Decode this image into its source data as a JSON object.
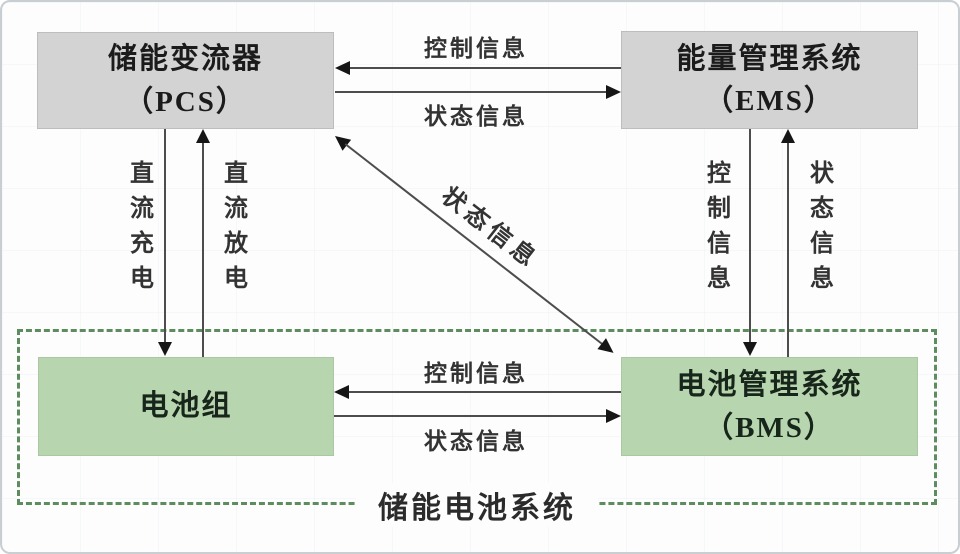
{
  "diagram": {
    "title": "energy-storage-system-communication-diagram",
    "nodes": {
      "pcs": {
        "line1": "储能变流器",
        "line2": "（PCS）"
      },
      "ems": {
        "line1": "能量管理系统",
        "line2": "（EMS）"
      },
      "battery": {
        "line1": "电池组"
      },
      "bms": {
        "line1": "电池管理系统",
        "line2": "（BMS）"
      }
    },
    "edges": {
      "ems_to_pcs_control": {
        "label": "控制信息",
        "from": "EMS",
        "to": "PCS",
        "direction": "left"
      },
      "pcs_to_ems_status": {
        "label": "状态信息",
        "from": "PCS",
        "to": "EMS",
        "direction": "right"
      },
      "pcs_to_battery_charge": {
        "label": "直流充电",
        "from": "PCS",
        "to": "电池组",
        "direction": "down"
      },
      "battery_to_pcs_discharge": {
        "label": "直流放电",
        "from": "电池组",
        "to": "PCS",
        "direction": "up"
      },
      "ems_to_bms_control": {
        "label": "控制信息",
        "from": "EMS",
        "to": "BMS",
        "direction": "down"
      },
      "bms_to_ems_status": {
        "label": "状态信息",
        "from": "BMS",
        "to": "EMS",
        "direction": "up"
      },
      "bms_to_battery_control": {
        "label": "控制信息",
        "from": "BMS",
        "to": "电池组",
        "direction": "left"
      },
      "battery_to_bms_status": {
        "label": "状态信息",
        "from": "电池组",
        "to": "BMS",
        "direction": "right"
      },
      "bms_pcs_status_diagonal": {
        "label": "状态信息",
        "from": "BMS",
        "to": "PCS",
        "direction": "both"
      }
    },
    "group": {
      "label": "储能电池系统"
    },
    "colors": {
      "node_gray": "#d3d3d3",
      "node_green": "#b7d5ae",
      "dashed_border": "#5d8c5f",
      "arrow_line": "#4d4d4d",
      "arrow_head": "#161616",
      "text": "#333333",
      "background": "#fdfdfd"
    }
  }
}
